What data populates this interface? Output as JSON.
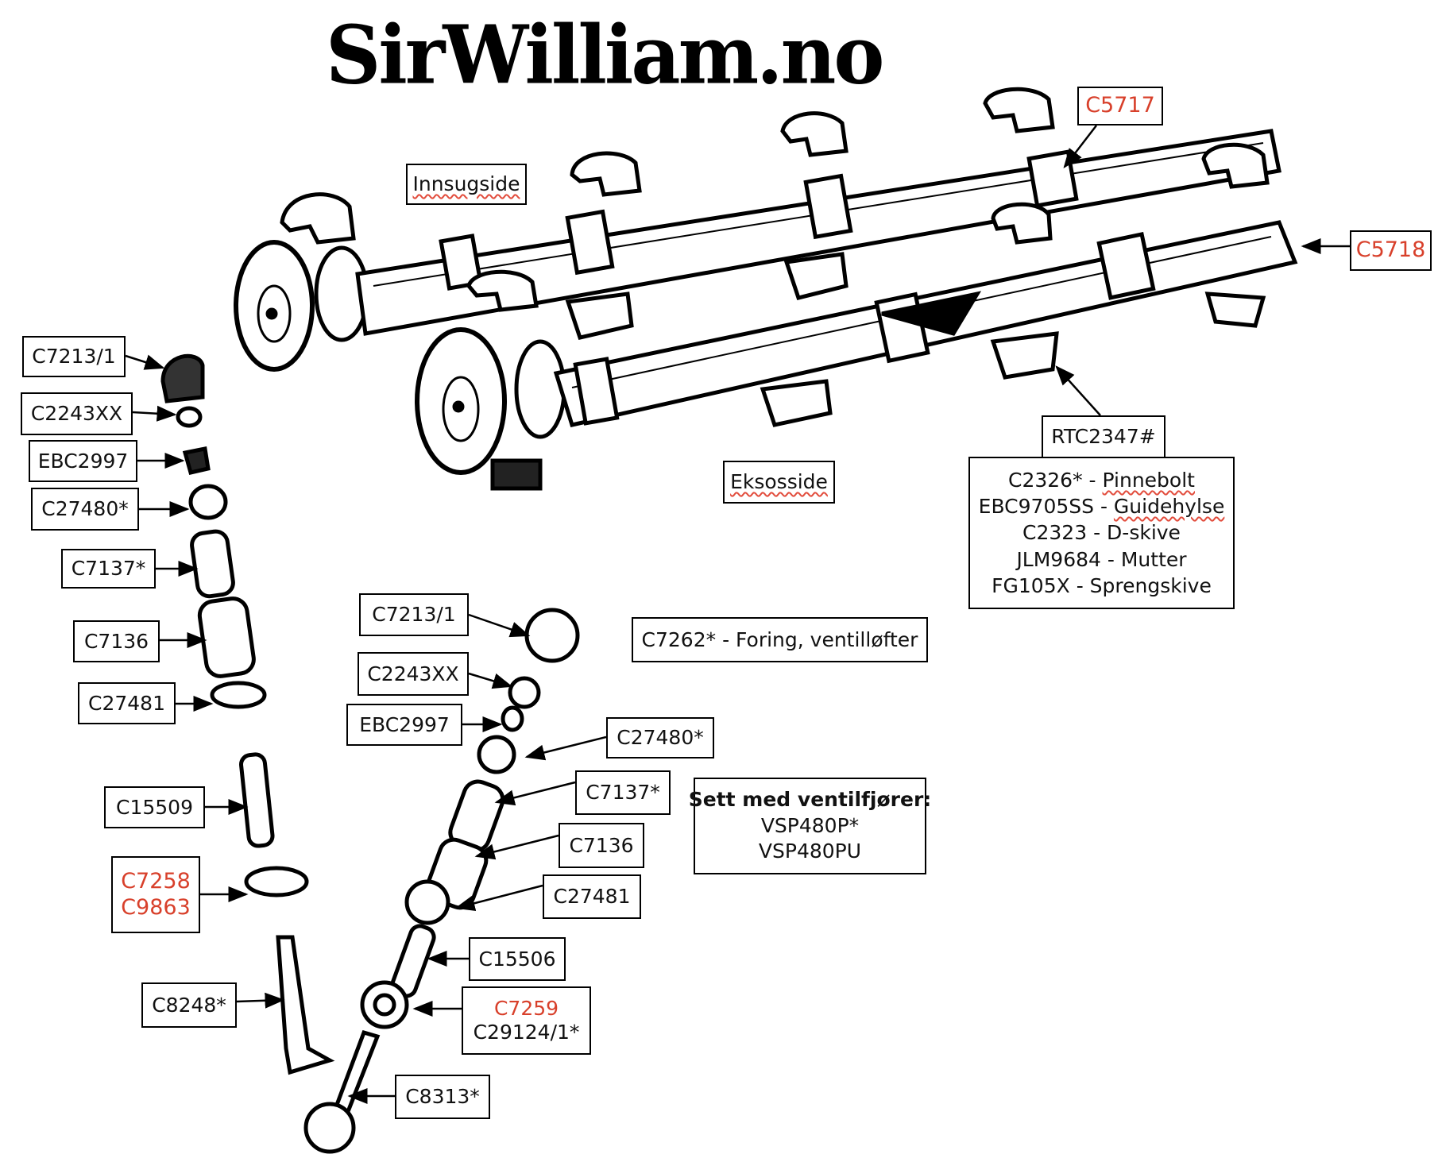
{
  "title": "SirWilliam.no",
  "colors": {
    "highlight_part": "#d8402b",
    "text": "#111111",
    "spellcheck_underline": "#e24c3c"
  },
  "sides": {
    "intake": "Innsugside",
    "exhaust": "Eksosside"
  },
  "camshafts": {
    "intake_part": "C5717",
    "exhaust_part": "C5718"
  },
  "bearing_kit": {
    "part": "RTC2347#",
    "items": [
      {
        "part": "C2326*",
        "name": "Pinnebolt"
      },
      {
        "part": "EBC9705SS",
        "name": "Guidehylse"
      },
      {
        "part": "C2323",
        "name": "D-skive"
      },
      {
        "part": "JLM9684",
        "name": "Mutter"
      },
      {
        "part": "FG105X",
        "name": "Sprengskive"
      }
    ]
  },
  "left_stack": {
    "tappet": "C7213/1",
    "shim": "C2243XX",
    "collets": "EBC2997",
    "retainer": "C27480*",
    "inner_spring": "C7137*",
    "outer_spring": "C7136",
    "spring_seat": "C27481",
    "valve_guide": "C15509",
    "valve_seat_insert": [
      "C7258",
      "C9863"
    ],
    "valve": "C8248*"
  },
  "right_stack": {
    "tappet": "C7213/1",
    "shim": "C2243XX",
    "collets": "EBC2997",
    "retainer": "C27480*",
    "inner_spring": "C7137*",
    "outer_spring": "C7136",
    "spring_seat": "C27481",
    "valve_guide": "C15506",
    "valve_seat_insert": [
      "C7259",
      "C29124/1*"
    ],
    "valve": "C8313*"
  },
  "tappet_guide": {
    "part": "C7262*",
    "separator": " - ",
    "name": "Foring, ventilløfter"
  },
  "spring_kit": {
    "heading": "Sett med ventilfjører:",
    "parts": [
      "VSP480P*",
      "VSP480PU"
    ]
  }
}
